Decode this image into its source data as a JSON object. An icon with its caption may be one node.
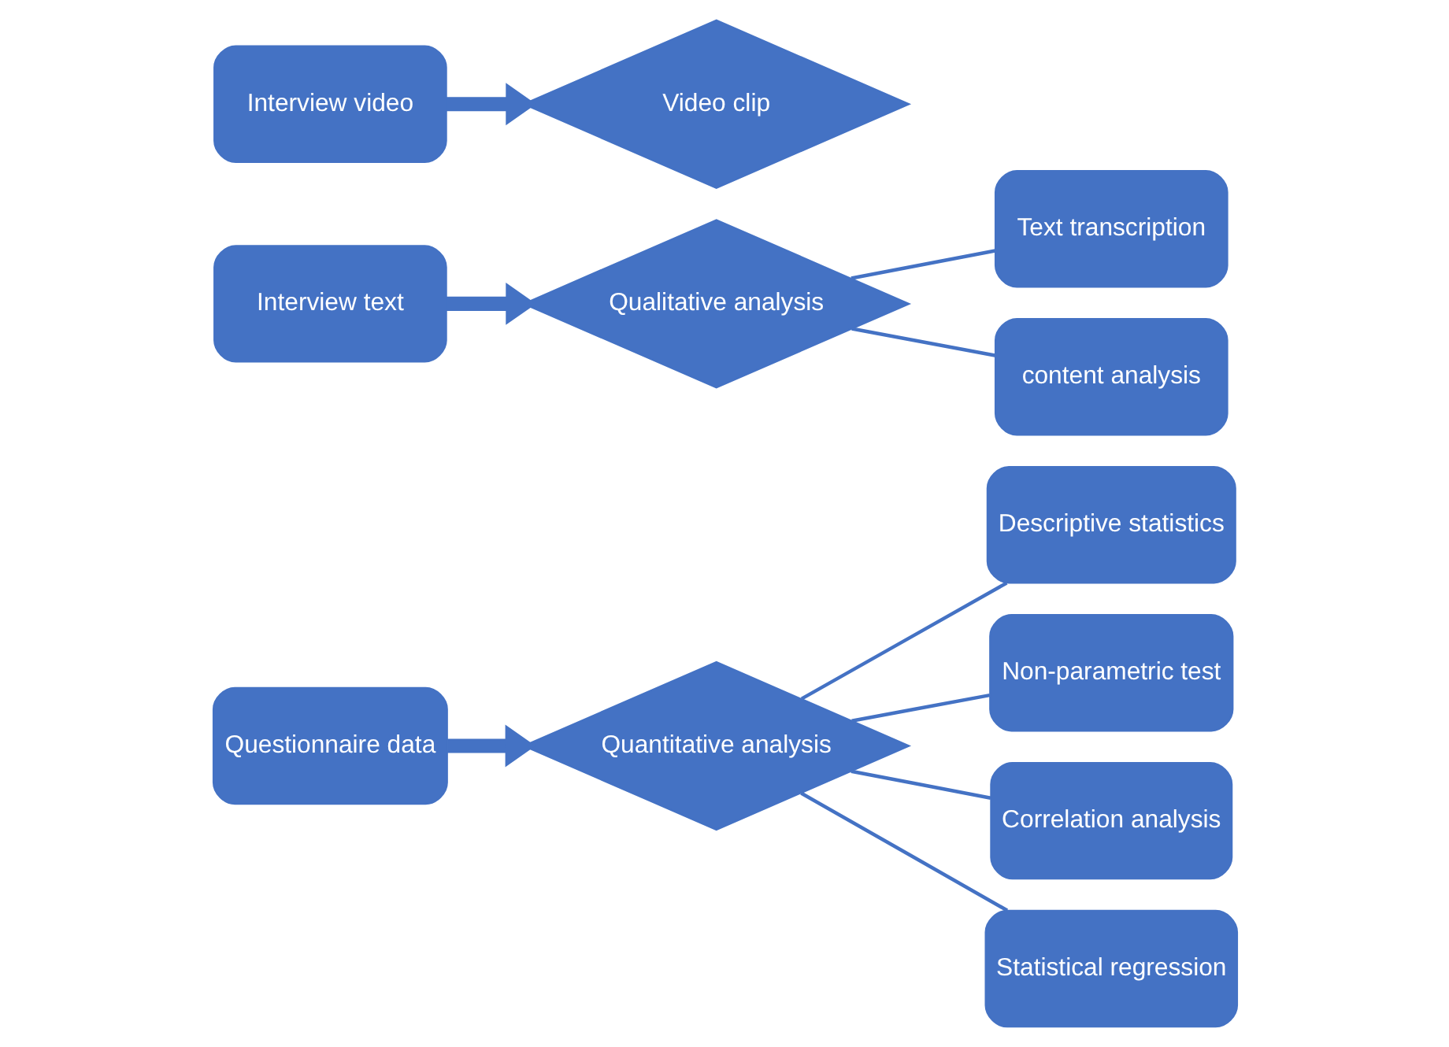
{
  "diagram": {
    "nodes": [
      {
        "text": [
          "Questionnaire data"
        ]
      },
      {
        "text": [
          "Quantitative analysis"
        ]
      },
      {
        "text": [
          "Descriptive statistics"
        ]
      },
      {
        "text": [
          "Non-parametric test"
        ]
      },
      {
        "text": [
          "Correlation analysis"
        ]
      },
      {
        "text": [
          "Statistical regression"
        ]
      },
      {
        "text": [
          "Interview text"
        ]
      },
      {
        "text": [
          "Qualitative analysis"
        ]
      },
      {
        "text": [
          "Text transcription"
        ]
      },
      {
        "text": [
          "content analysis"
        ]
      },
      {
        "text": [
          "Interview video"
        ]
      },
      {
        "text": [
          "Video clip"
        ]
      }
    ],
    "edges": [
      {
        "from": 0,
        "to": 1,
        "arrow": "to",
        "style": "thick"
      },
      {
        "from": 1,
        "to": 2,
        "arrow": "none"
      },
      {
        "from": 1,
        "to": 3,
        "arrow": "none"
      },
      {
        "from": 1,
        "to": 4,
        "arrow": "none"
      },
      {
        "from": 1,
        "to": 5,
        "arrow": "none"
      },
      {
        "from": 6,
        "to": 7,
        "arrow": "to",
        "style": "thick"
      },
      {
        "from": 7,
        "to": 8,
        "arrow": "none"
      },
      {
        "from": 7,
        "to": 9,
        "arrow": "none"
      },
      {
        "from": 10,
        "to": 11,
        "arrow": "to",
        "style": "thick"
      }
    ]
  }
}
